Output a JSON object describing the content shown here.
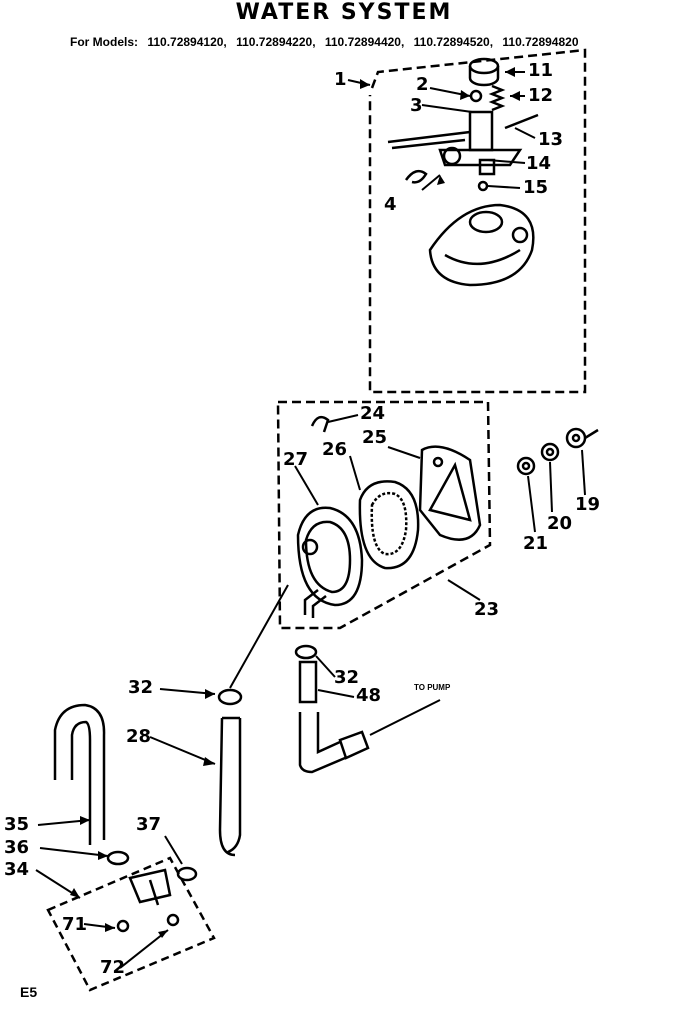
{
  "title": "WATER SYSTEM",
  "models": {
    "label": "For Models:",
    "list": [
      "110.72894120,",
      "110.72894220,",
      "110.72894420,",
      "110.72894520,",
      "110.72894820"
    ]
  },
  "callouts": [
    "1",
    "2",
    "3",
    "4",
    "11",
    "12",
    "13",
    "14",
    "15",
    "24",
    "25",
    "26",
    "27",
    "19",
    "20",
    "21",
    "23",
    "32",
    "48",
    "28",
    "35",
    "36",
    "34",
    "37",
    "71",
    "72",
    "32"
  ],
  "note_to_pump": "TO PUMP",
  "page_code": "E5"
}
